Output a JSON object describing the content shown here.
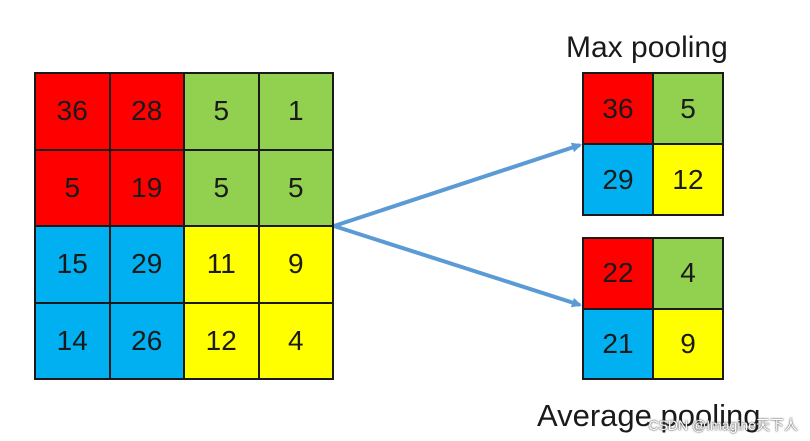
{
  "colors": {
    "red": "#ff0000",
    "green": "#92d050",
    "blue": "#00b0f0",
    "yellow": "#ffff00",
    "arrow": "#5b9bd5",
    "border": "#1a1a1a"
  },
  "input_matrix": [
    [
      {
        "value": "36",
        "color": "red"
      },
      {
        "value": "28",
        "color": "red"
      },
      {
        "value": "5",
        "color": "green"
      },
      {
        "value": "1",
        "color": "green"
      }
    ],
    [
      {
        "value": "5",
        "color": "red"
      },
      {
        "value": "19",
        "color": "red"
      },
      {
        "value": "5",
        "color": "green"
      },
      {
        "value": "5",
        "color": "green"
      }
    ],
    [
      {
        "value": "15",
        "color": "blue"
      },
      {
        "value": "29",
        "color": "blue"
      },
      {
        "value": "11",
        "color": "yellow"
      },
      {
        "value": "9",
        "color": "yellow"
      }
    ],
    [
      {
        "value": "14",
        "color": "blue"
      },
      {
        "value": "26",
        "color": "blue"
      },
      {
        "value": "12",
        "color": "yellow"
      },
      {
        "value": "4",
        "color": "yellow"
      }
    ]
  ],
  "max_pooling": {
    "label": "Max pooling",
    "matrix": [
      [
        {
          "value": "36",
          "color": "red"
        },
        {
          "value": "5",
          "color": "green"
        }
      ],
      [
        {
          "value": "29",
          "color": "blue"
        },
        {
          "value": "12",
          "color": "yellow"
        }
      ]
    ]
  },
  "average_pooling": {
    "label": "Average pooling",
    "matrix": [
      [
        {
          "value": "22",
          "color": "red"
        },
        {
          "value": "4",
          "color": "green"
        }
      ],
      [
        {
          "value": "21",
          "color": "blue"
        },
        {
          "value": "9",
          "color": "yellow"
        }
      ]
    ]
  },
  "watermark": "CSDN @Imagine天下人"
}
